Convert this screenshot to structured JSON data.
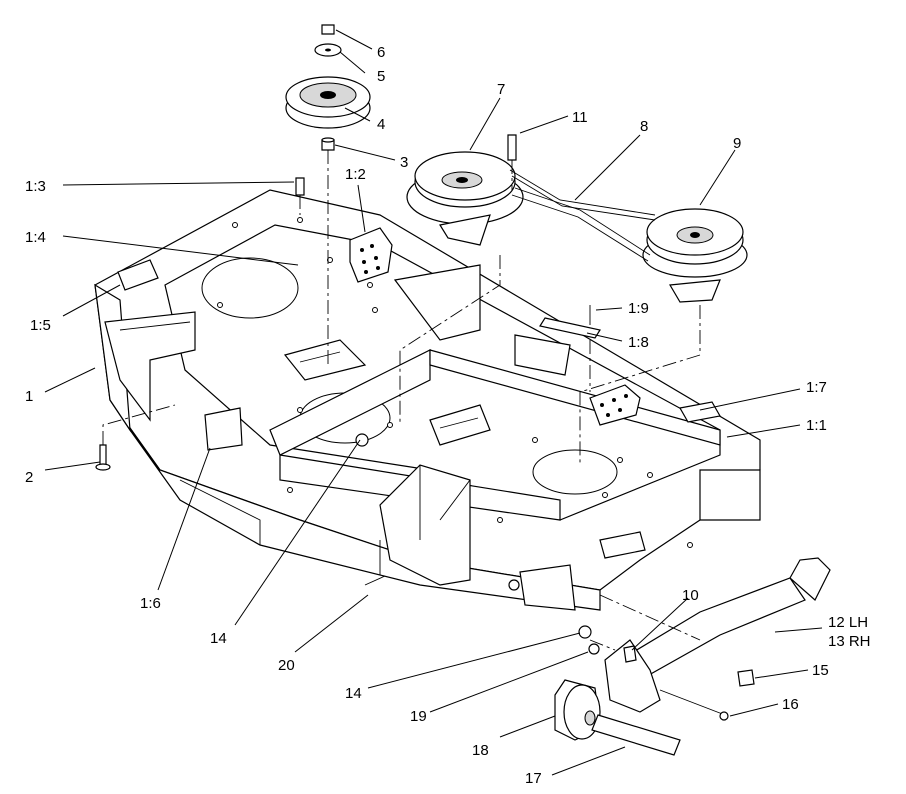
{
  "callouts": {
    "c1": "1",
    "c2": "2",
    "c3": "3",
    "c4": "4",
    "c5": "5",
    "c6": "6",
    "c7": "7",
    "c8": "8",
    "c9": "9",
    "c10": "10",
    "c11": "11",
    "c12": "12 LH",
    "c13": "13 RH",
    "c14a": "14",
    "c14b": "14",
    "c15": "15",
    "c16": "16",
    "c17": "17",
    "c18": "18",
    "c19": "19",
    "c20": "20",
    "c1_1": "1:1",
    "c1_2": "1:2",
    "c1_3": "1:3",
    "c1_4": "1:4",
    "c1_5": "1:5",
    "c1_6": "1:6",
    "c1_7": "1:7",
    "c1_8": "1:8",
    "c1_9": "1:9"
  }
}
